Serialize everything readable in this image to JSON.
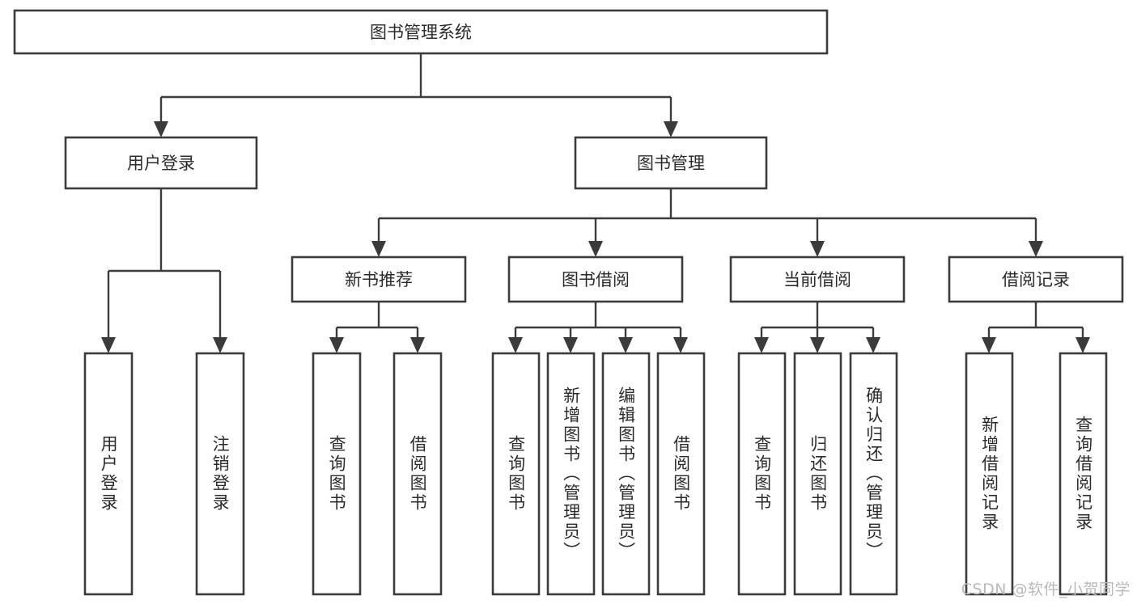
{
  "diagram": {
    "title": "图书管理系统",
    "type": "功能结构图",
    "stroke_color": "#3b3b3b",
    "box_fill": "#ffffff",
    "text_color": "#2b2b2b",
    "background": "#ffffff"
  },
  "root": {
    "label": "图书管理系统"
  },
  "level2": [
    {
      "id": "user-login",
      "label": "用户登录"
    },
    {
      "id": "book-manage",
      "label": "图书管理"
    }
  ],
  "level3": [
    {
      "id": "new-book-rec",
      "label": "新书推荐"
    },
    {
      "id": "book-borrow",
      "label": "图书借阅"
    },
    {
      "id": "current-borrow",
      "label": "当前借阅"
    },
    {
      "id": "borrow-record",
      "label": "借阅记录"
    }
  ],
  "leaves": {
    "user_login": [
      {
        "id": "leaf-user-login",
        "label": "用户登录"
      },
      {
        "id": "leaf-logout-login",
        "label": "注销登录"
      }
    ],
    "new_book_rec": [
      {
        "id": "leaf-query-book-1",
        "label": "查询图书"
      },
      {
        "id": "leaf-borrow-book-1",
        "label": "借阅图书"
      }
    ],
    "book_borrow": [
      {
        "id": "leaf-query-book-2",
        "label": "查询图书"
      },
      {
        "id": "leaf-add-book",
        "label": "新增图书（管理员）"
      },
      {
        "id": "leaf-edit-book",
        "label": "编辑图书（管理员）"
      },
      {
        "id": "leaf-borrow-book-2",
        "label": "借阅图书"
      }
    ],
    "current_borrow": [
      {
        "id": "leaf-query-book-3",
        "label": "查询图书"
      },
      {
        "id": "leaf-return-book",
        "label": "归还图书"
      },
      {
        "id": "leaf-confirm-return",
        "label": "确认归还（管理员）"
      }
    ],
    "borrow_record": [
      {
        "id": "leaf-add-record",
        "label": "新增借阅记录"
      },
      {
        "id": "leaf-query-record",
        "label": "查询借阅记录"
      }
    ]
  },
  "watermark": {
    "text": "CSDN @软件_小贺同学"
  }
}
